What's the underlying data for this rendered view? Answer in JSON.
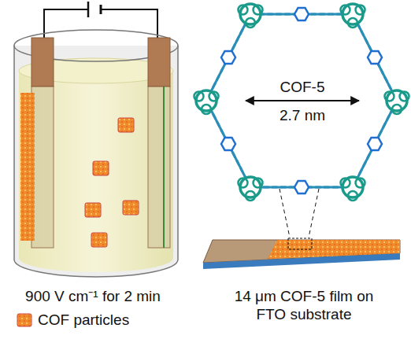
{
  "diagram": {
    "labels": [
      "COF-5",
      "2.7 nm",
      "900 V cm⁻¹ for 2 min",
      "14 μm COF-5 film on FTO substrate"
    ],
    "legend": [
      {
        "text": "COF particles"
      }
    ]
  }
}
